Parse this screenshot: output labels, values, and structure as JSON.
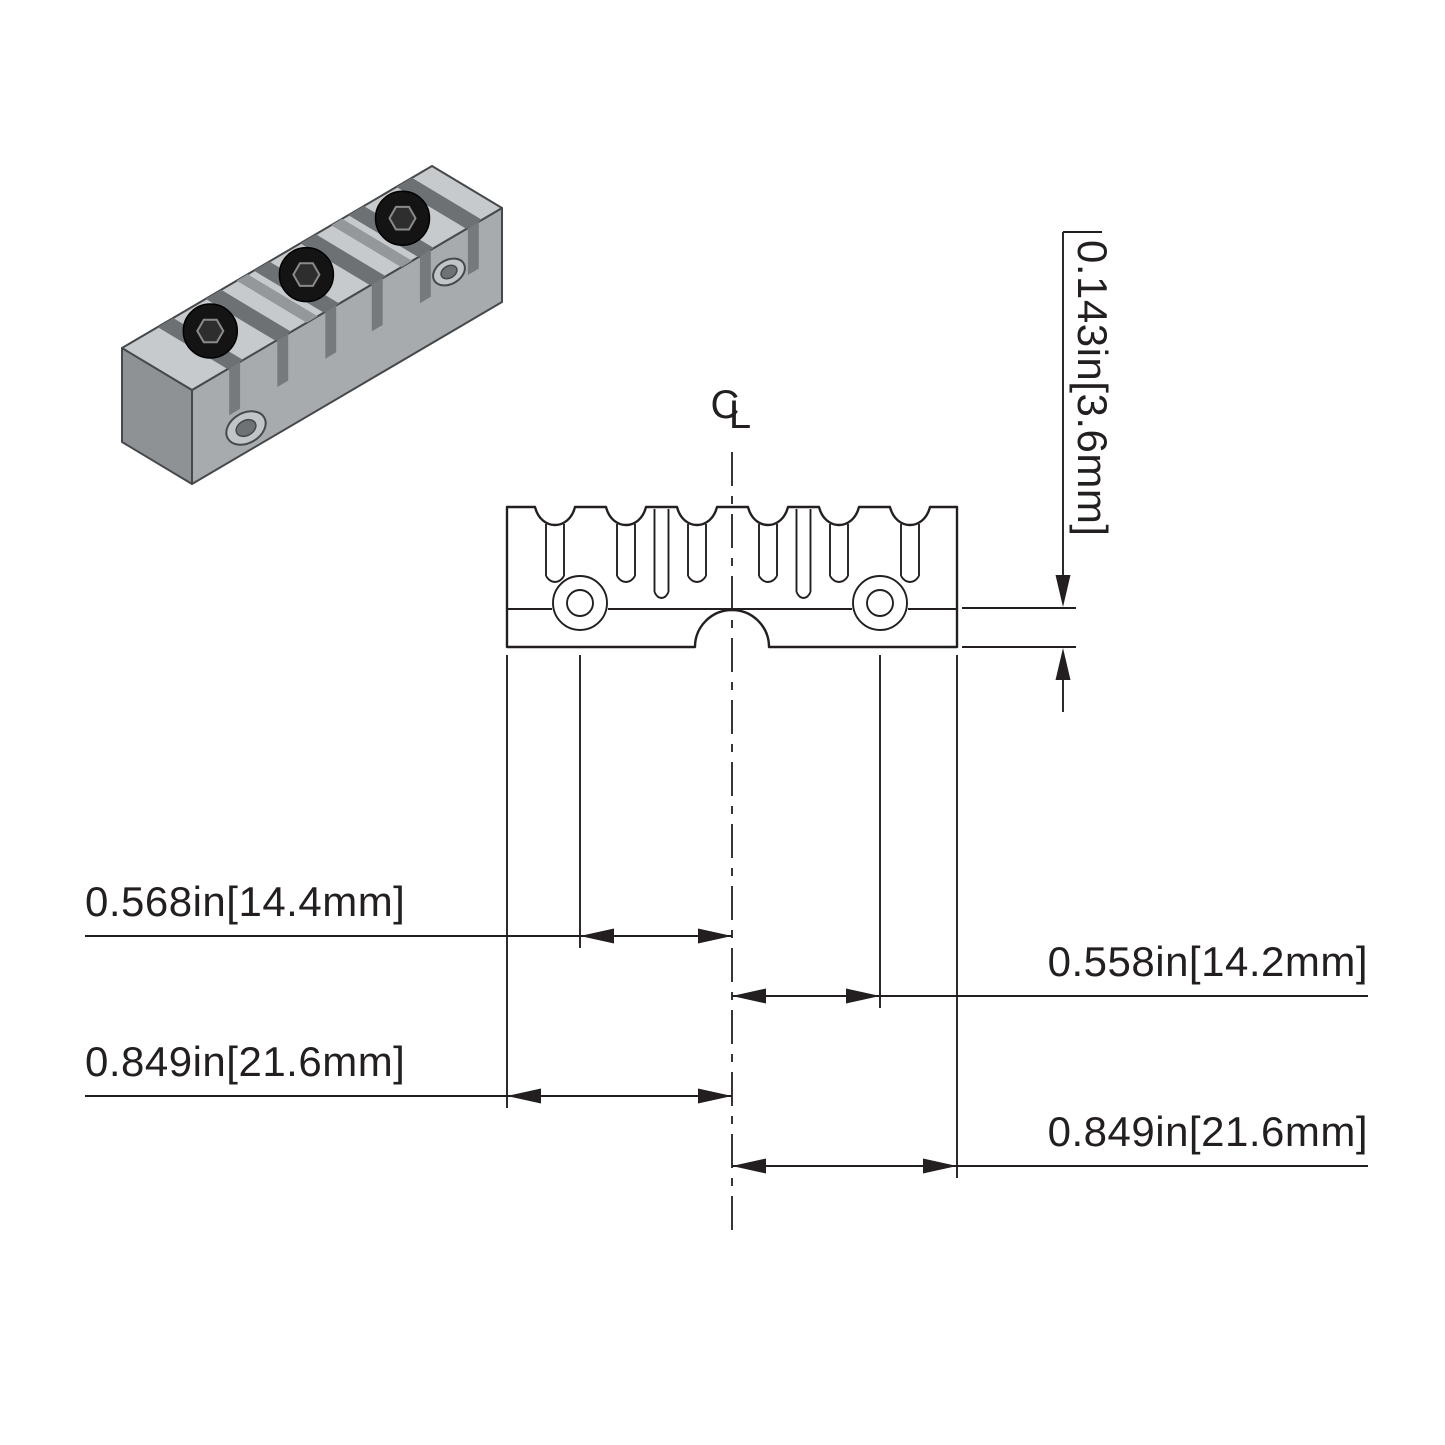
{
  "drawing": {
    "centerline_symbol": {
      "c": "C",
      "l": "L"
    },
    "dimensions": {
      "step_height": "0.143in[3.6mm]",
      "left_hole_to_centerline": "0.568in[14.4mm]",
      "right_hole_to_centerline": "0.558in[14.2mm]",
      "left_edge_to_centerline": "0.849in[21.6mm]",
      "right_edge_to_centerline": "0.849in[21.6mm]"
    }
  },
  "colors": {
    "line": "#231f20",
    "background": "#ffffff",
    "iso_top": "#c7cacc",
    "iso_front": "#a8abae",
    "iso_side": "#8f9295",
    "iso_groove": "#6e7174",
    "screw": "#141414"
  }
}
